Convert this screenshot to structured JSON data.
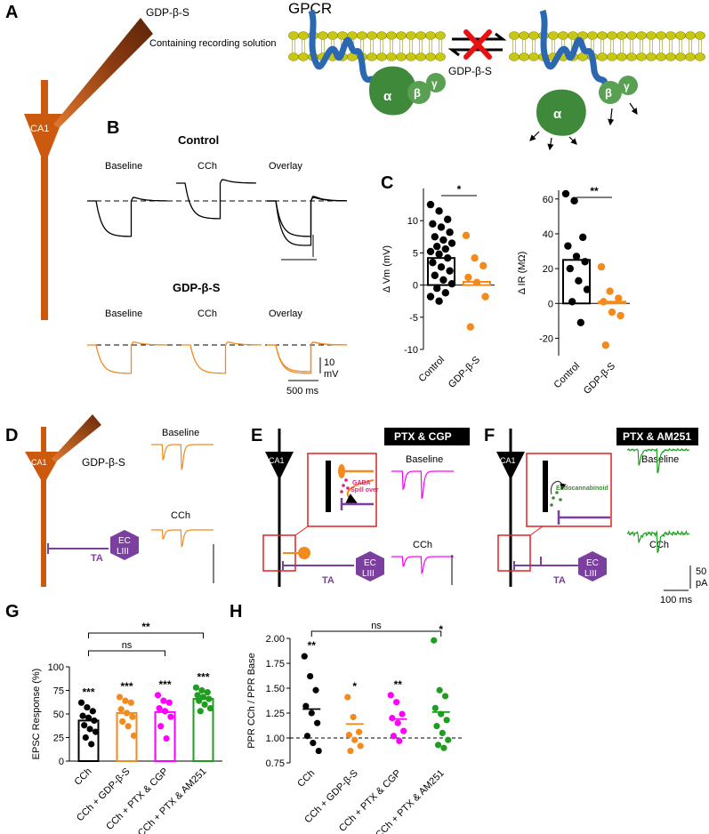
{
  "colors": {
    "control": "#000000",
    "gdp": "#f28a1e",
    "ptx_cgp": "#ff00ff",
    "ptx_am251": "#1e9e1e",
    "neuron": "#cc5a0e",
    "ta": "#7b3fa0",
    "protein": "#3f8a3a",
    "box": "#e02020"
  },
  "panels": {
    "A": "A",
    "B": "B",
    "C": "C",
    "D": "D",
    "E": "E",
    "F": "F",
    "G": "G",
    "H": "H"
  },
  "panel_a": {
    "drug": "GDP-β-S",
    "solution": "Containing recording solution",
    "gpcr": "GPCR",
    "cell": "CA1",
    "drug_arrow": "GDP-β-S",
    "alpha": "α",
    "beta": "β",
    "gamma": "γ"
  },
  "panel_b": {
    "control": "Control",
    "gdp": "GDP-β-S",
    "baseline": "Baseline",
    "cch": "CCh",
    "overlay": "Overlay",
    "scale_v": "10",
    "scale_v_unit": "mV",
    "scale_t": "500 ms"
  },
  "panel_d": {
    "drug": "GDP-β-S",
    "cell": "CA1",
    "ta": "TA",
    "ec1": "EC",
    "ec2": "LIII",
    "baseline": "Baseline",
    "cch": "CCh"
  },
  "panel_e": {
    "condition": "PTX & CGP",
    "cell": "CA1",
    "ta": "TA",
    "ec1": "EC",
    "ec2": "LIII",
    "baseline": "Baseline",
    "cch": "CCh",
    "inset1": "GABA",
    "inset2": "Spill over"
  },
  "panel_f": {
    "condition": "PTX & AM251",
    "cell": "CA1",
    "ta": "TA",
    "ec1": "EC",
    "ec2": "LIII",
    "baseline": "Baseline",
    "cch": "CCh",
    "inset": "Endocannabinoid",
    "scale_i": "50",
    "scale_i_unit": "pA",
    "scale_t": "100 ms"
  },
  "chart_data": [
    {
      "id": "C_left",
      "type": "bar",
      "ylabel": "Δ Vm (mV)",
      "ylim": [
        -10,
        15
      ],
      "yticks": [
        -10,
        -5,
        0,
        5,
        10
      ],
      "categories": [
        "Control",
        "GDP-β-S"
      ],
      "values": [
        4.2,
        0.5
      ],
      "significance": "*",
      "points": [
        [
          12.5,
          11.5,
          10.2,
          9.5,
          9.0,
          8.2,
          7.5,
          7.0,
          6.5,
          6.0,
          5.6,
          5.2,
          4.8,
          4.2,
          3.5,
          2.8,
          2.2,
          1.5,
          0.8,
          0.2,
          -0.5,
          -1.2,
          -1.8,
          -2.5
        ],
        [
          7.7,
          4.2,
          3.0,
          1.2,
          0.4,
          -1.8,
          -6.5
        ]
      ]
    },
    {
      "id": "C_right",
      "type": "bar",
      "ylabel": "Δ IR (MΩ)",
      "ylim": [
        -30,
        65
      ],
      "yticks": [
        -20,
        0,
        20,
        40,
        60
      ],
      "categories": [
        "Control",
        "GDP-β-S"
      ],
      "values": [
        25,
        1
      ],
      "significance": "**",
      "points": [
        [
          63,
          59,
          38,
          33,
          27,
          24,
          20,
          13,
          8,
          1,
          -11
        ],
        [
          21,
          7,
          3,
          1,
          -5,
          -7,
          -24
        ]
      ]
    },
    {
      "id": "G",
      "type": "bar",
      "ylabel": "EPSC Response (%)",
      "ylim": [
        0,
        100
      ],
      "yticks": [
        0,
        25,
        50,
        75,
        100
      ],
      "categories": [
        "CCh",
        "CCh + GDP-β-S",
        "CCh + PTX & CGP",
        "CCh + PTX & AM251"
      ],
      "values": [
        43,
        51,
        52,
        66
      ],
      "stars": [
        "***",
        "***",
        "***",
        "***"
      ],
      "brackets": [
        {
          "from": 0,
          "to": 3,
          "label": "**"
        },
        {
          "from": 0,
          "to": 2,
          "label": "ns"
        }
      ],
      "points": [
        [
          62,
          57,
          53,
          48,
          46,
          43,
          38,
          34,
          31,
          25,
          18
        ],
        [
          68,
          64,
          62,
          55,
          51,
          47,
          42,
          37,
          27
        ],
        [
          70,
          64,
          62,
          56,
          53,
          47,
          37,
          24
        ],
        [
          78,
          75,
          73,
          70,
          68,
          66,
          64,
          60,
          56,
          53
        ]
      ]
    },
    {
      "id": "H",
      "type": "scatter",
      "ylabel": "PPR CCh / PPR Base",
      "ylim": [
        0.75,
        2.0
      ],
      "yticks": [
        0.75,
        1.0,
        1.25,
        1.5,
        1.75,
        2.0
      ],
      "categories": [
        "CCh",
        "CCh + GDP-β-S",
        "CCh + PTX & CGP",
        "CCh + PTX & AM251"
      ],
      "means": [
        1.29,
        1.14,
        1.19,
        1.26
      ],
      "stars": [
        "**",
        "*",
        "**",
        "*"
      ],
      "brackets": [
        {
          "from": 0,
          "to": 3,
          "label": "ns"
        }
      ],
      "points": [
        [
          1.82,
          1.62,
          1.48,
          1.32,
          1.25,
          1.15,
          1.02,
          0.95,
          0.87
        ],
        [
          1.41,
          1.21,
          1.06,
          1.03,
          0.98,
          0.92,
          0.87
        ],
        [
          1.43,
          1.36,
          1.24,
          1.2,
          1.15,
          1.07,
          1.02,
          0.97
        ],
        [
          1.98,
          1.48,
          1.42,
          1.3,
          1.24,
          1.18,
          1.12,
          1.05,
          0.98,
          0.93,
          0.9
        ]
      ]
    }
  ]
}
